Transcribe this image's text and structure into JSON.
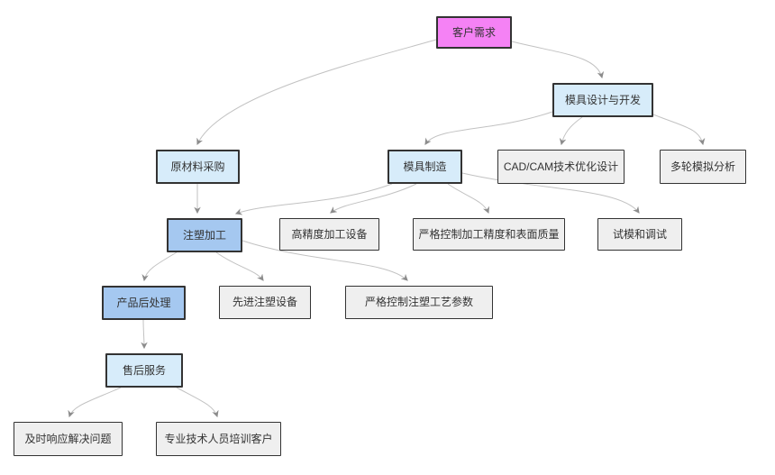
{
  "diagram": {
    "type": "flowchart",
    "direction": "top-down",
    "nodes": [
      {
        "id": "customer_demand",
        "label": "客户需求",
        "type": "pink"
      },
      {
        "id": "mold_design",
        "label": "模具设计与开发",
        "type": "lightblue"
      },
      {
        "id": "raw_materials",
        "label": "原材料采购",
        "type": "lightblue"
      },
      {
        "id": "mold_manufacture",
        "label": "模具制造",
        "type": "lightblue"
      },
      {
        "id": "cad_cam_design",
        "label": "CAD/CAM技术优化设计",
        "type": "gray"
      },
      {
        "id": "multi_simulation",
        "label": "多轮模拟分析",
        "type": "gray"
      },
      {
        "id": "injection_molding",
        "label": "注塑加工",
        "type": "blue"
      },
      {
        "id": "high_precision_equipment",
        "label": "高精度加工设备",
        "type": "gray"
      },
      {
        "id": "precision_quality_control",
        "label": "严格控制加工精度和表面质量",
        "type": "gray"
      },
      {
        "id": "trial_debug",
        "label": "试模和调试",
        "type": "gray"
      },
      {
        "id": "post_processing",
        "label": "产品后处理",
        "type": "blue"
      },
      {
        "id": "advanced_equipment",
        "label": "先进注塑设备",
        "type": "gray"
      },
      {
        "id": "process_parameters",
        "label": "严格控制注塑工艺参数",
        "type": "gray"
      },
      {
        "id": "after_sales",
        "label": "售后服务",
        "type": "lightblue"
      },
      {
        "id": "timely_response",
        "label": "及时响应解决问题",
        "type": "gray"
      },
      {
        "id": "customer_training",
        "label": "专业技术人员培训客户",
        "type": "gray"
      }
    ],
    "edges": [
      {
        "from": "customer_demand",
        "to": "raw_materials"
      },
      {
        "from": "customer_demand",
        "to": "mold_design"
      },
      {
        "from": "mold_design",
        "to": "mold_manufacture"
      },
      {
        "from": "mold_design",
        "to": "cad_cam_design"
      },
      {
        "from": "mold_design",
        "to": "multi_simulation"
      },
      {
        "from": "raw_materials",
        "to": "injection_molding"
      },
      {
        "from": "mold_manufacture",
        "to": "injection_molding"
      },
      {
        "from": "mold_manufacture",
        "to": "high_precision_equipment"
      },
      {
        "from": "mold_manufacture",
        "to": "precision_quality_control"
      },
      {
        "from": "mold_manufacture",
        "to": "trial_debug"
      },
      {
        "from": "injection_molding",
        "to": "post_processing"
      },
      {
        "from": "injection_molding",
        "to": "advanced_equipment"
      },
      {
        "from": "injection_molding",
        "to": "process_parameters"
      },
      {
        "from": "post_processing",
        "to": "after_sales"
      },
      {
        "from": "after_sales",
        "to": "timely_response"
      },
      {
        "from": "after_sales",
        "to": "customer_training"
      }
    ],
    "colors": {
      "pink_fill": "#f582f5",
      "lightblue_fill": "#d7ecfa",
      "blue_fill": "#a5c8f0",
      "gray_fill": "#efefef",
      "node_stroke": "#333333",
      "edge_line": "#c2c2c2",
      "edge_arrow": "#8c8c8c",
      "text": "#333333",
      "background": "#ffffff"
    }
  }
}
